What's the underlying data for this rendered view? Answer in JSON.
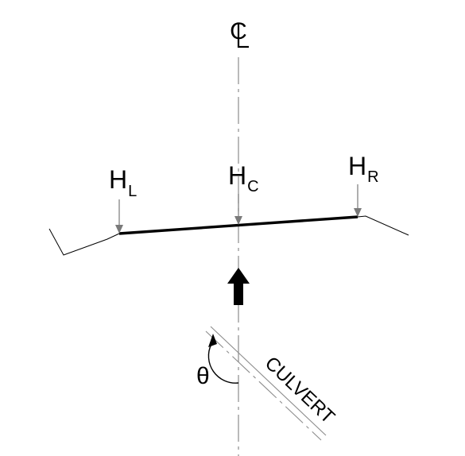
{
  "labels": {
    "centerline": "CL",
    "h_left_main": "H",
    "h_left_sub": "L",
    "h_center_main": "H",
    "h_center_sub": "C",
    "h_right_main": "H",
    "h_right_sub": "R",
    "angle": "θ",
    "culvert": "CULVERT"
  },
  "colors": {
    "line": "#000000",
    "centerline": "#8c8c8c",
    "pointer": "#7a7a7a"
  }
}
